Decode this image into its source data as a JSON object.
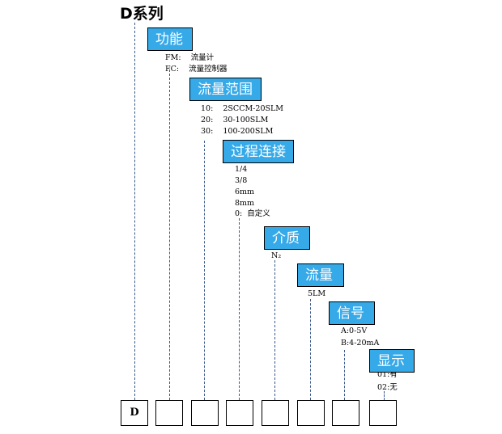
{
  "title": "D系列",
  "sections": [
    {
      "label": "功能",
      "options": [
        "FM:    流量计",
        "FC:    流量控制器"
      ]
    },
    {
      "label": "流量范围",
      "options": [
        "10:    2SCCM-20SLM",
        "20:    30-100SLM",
        "30:    100-200SLM"
      ]
    },
    {
      "label": "过程连接",
      "options": [
        "1/4",
        "3/8",
        "6mm",
        "8mm",
        "0:  自定义"
      ]
    },
    {
      "label": "介质",
      "options": [
        "N₂"
      ]
    },
    {
      "label": "流量",
      "options": [
        "5LM"
      ]
    },
    {
      "label": "信号",
      "options": [
        "A:0-5V",
        "B:4-20mA"
      ]
    },
    {
      "label": "显示",
      "options": [
        "01:有",
        "02:无"
      ]
    }
  ],
  "code_boxes": [
    "D",
    "",
    "",
    "",
    "",
    "",
    "",
    ""
  ],
  "colors": {
    "header_bg": "#36a9e8",
    "dash": "#3a5a8c"
  }
}
